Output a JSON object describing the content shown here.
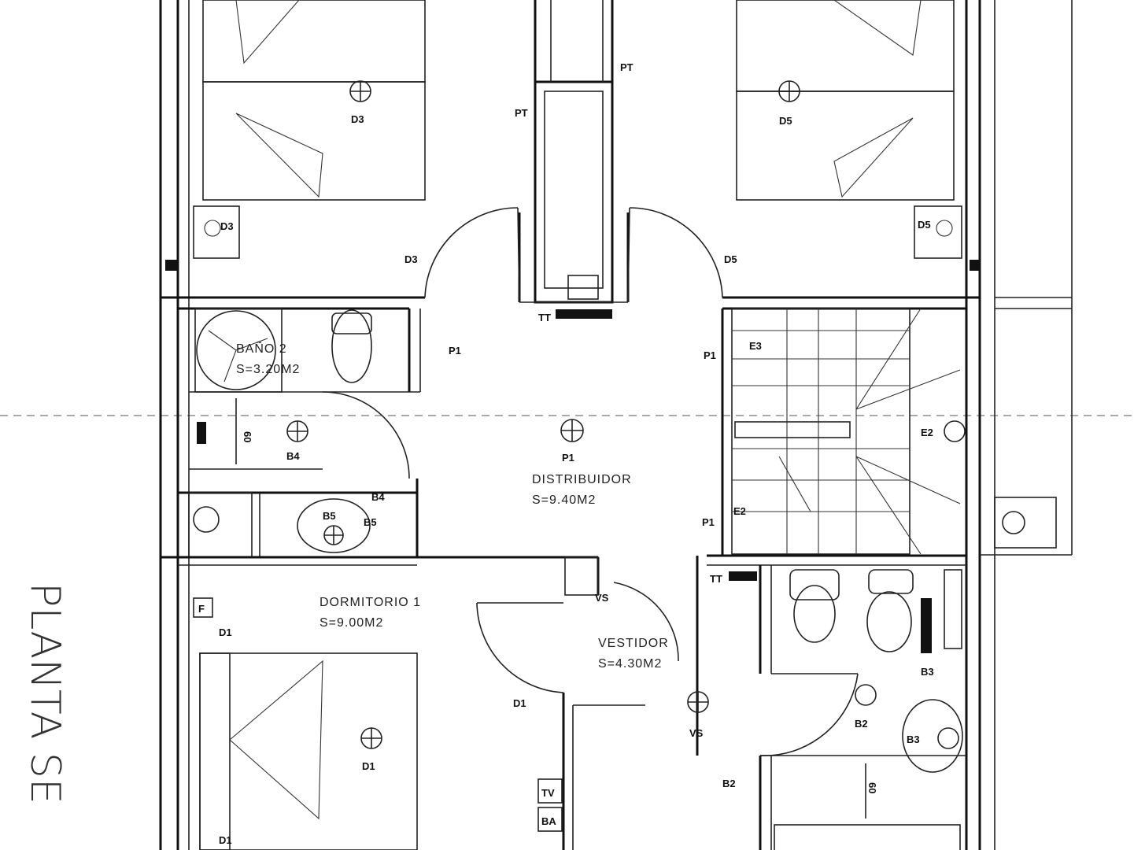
{
  "rooms": {
    "bano2_name": "BAÑO 2",
    "bano2_area": "S=3.20M2",
    "distribuidor_name": "DISTRIBUIDOR",
    "distribuidor_area": "S=9.40M2",
    "dormitorio1_name": "DORMITORIO 1",
    "dormitorio1_area": "S=9.00M2",
    "vestidor_name": "VESTIDOR",
    "vestidor_area": "S=4.30M2"
  },
  "fixtures": {
    "d3_a": "D3",
    "d3_b": "D3",
    "d3_c": "D3",
    "d5_a": "D5",
    "d5_b": "D5",
    "d5_c": "D5",
    "pt_a": "PT",
    "pt_b": "PT",
    "tt_a": "TT",
    "tt_b": "TT",
    "p1_a": "P1",
    "p1_b": "P1",
    "p1_c": "P1",
    "p1_d": "P1",
    "e3": "E3",
    "e2_a": "E2",
    "e2_b": "E2",
    "b4_a": "B4",
    "b4_b": "B4",
    "b5_a": "B5",
    "b5_b": "B5",
    "vs_a": "VS",
    "vs_b": "VS",
    "d1_a": "D1",
    "d1_b": "D1",
    "d1_c": "D1",
    "d1_d": "D1",
    "b3_a": "B3",
    "b3_b": "B3",
    "b2_a": "B2",
    "b2_b": "B2",
    "tv": "TV",
    "ba": "BA",
    "f": "F"
  },
  "dimensions": {
    "d60_a": "60",
    "d60_b": "60"
  },
  "handwritten": {
    "plan_title": "PLANTA SE"
  }
}
